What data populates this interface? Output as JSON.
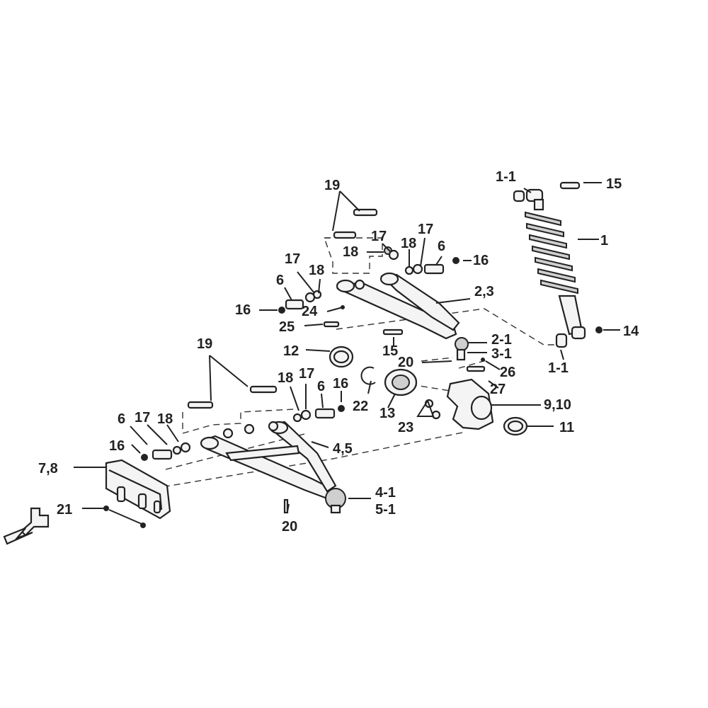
{
  "diagram": {
    "labels": {
      "l_19_top": "19",
      "l_17_upper_r": "17",
      "l_18_upper_r": "18",
      "l_17_upper_rr": "17",
      "l_6_upper_r": "6",
      "l_16_upper_r": "16",
      "l_17_upper_l": "17",
      "l_18_upper_l": "18",
      "l_6_upper_l": "6",
      "l_16_upper_l": "16",
      "l_24": "24",
      "l_25": "25",
      "l_2_3": "2,3",
      "l_1_1_top": "1-1",
      "l_15_top": "15",
      "l_1": "1",
      "l_14": "14",
      "l_1_1_bottom": "1-1",
      "l_2_1": "2-1",
      "l_3_1": "3-1",
      "l_15_mid": "15",
      "l_12": "12",
      "l_20_mid": "20",
      "l_26": "26",
      "l_27": "27",
      "l_22": "22",
      "l_13": "13",
      "l_9_10": "9,10",
      "l_23": "23",
      "l_11": "11",
      "l_19_lower": "19",
      "l_18_lower_r": "18",
      "l_17_lower_r": "17",
      "l_6_lower_r": "6",
      "l_16_lower_r": "16",
      "l_6_lower_l": "6",
      "l_17_lower_l": "17",
      "l_18_lower_l": "18",
      "l_16_lower_l": "16",
      "l_7_8": "7,8",
      "l_4_5": "4,5",
      "l_21": "21",
      "l_4_1": "4-1",
      "l_5_1": "5-1",
      "l_20_bottom": "20"
    }
  }
}
